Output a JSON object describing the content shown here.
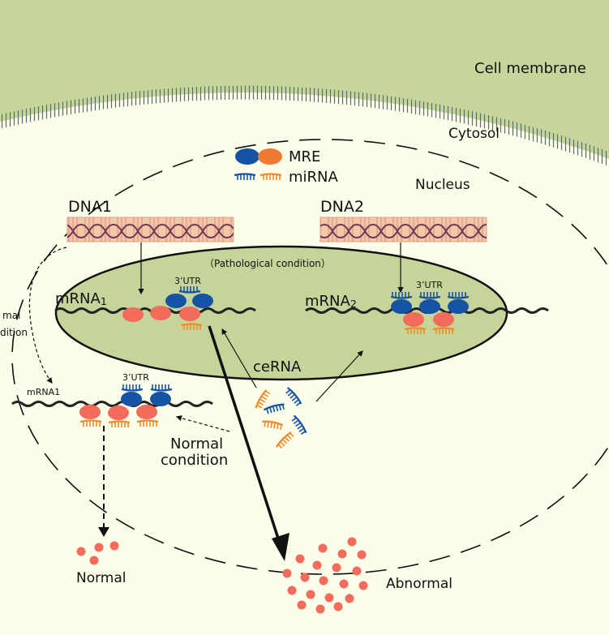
{
  "labels": {
    "cell_membrane": "Cell membrane",
    "cytosol": "Cytosol",
    "nucleus": "Nucleus",
    "legend_mre": "MRE",
    "legend_mirna": "miRNA",
    "dna1": "DNA1",
    "dna2": "DNA2",
    "pathological": "（Pathological condition）",
    "mrna1_main": "mRNA",
    "mrna1_sub": "1",
    "mrna2_main": "mRNA",
    "mrna2_sub": "2",
    "utr": "3’UTR",
    "cerna": "ceRNA",
    "mrna1_cyto": "mRNA1",
    "normal_condition_line1": "Normal",
    "normal_condition_line2": "condition",
    "left_partial_line1": "mal",
    "left_partial_line2": "dition",
    "normal": "Normal",
    "abnormal": "Abnormal"
  },
  "colors": {
    "membrane": "#c6d69b",
    "membrane_stripe": "#5b6b70",
    "cytosol": "#fbfde9",
    "nucleolus_fill": "#c5d59a",
    "dna_box": "#f6c6a8",
    "dna_strand": "#6b3d52",
    "mre_blue": "#1753a5",
    "mre_orange": "#ee7a33",
    "mirna_orange": "#f08a2a",
    "protein": "#f26b5b",
    "strand": "#222222"
  },
  "icons": [
    "mre-icon",
    "mirna-icon",
    "dna-helix-icon",
    "protein-dot-icon"
  ]
}
